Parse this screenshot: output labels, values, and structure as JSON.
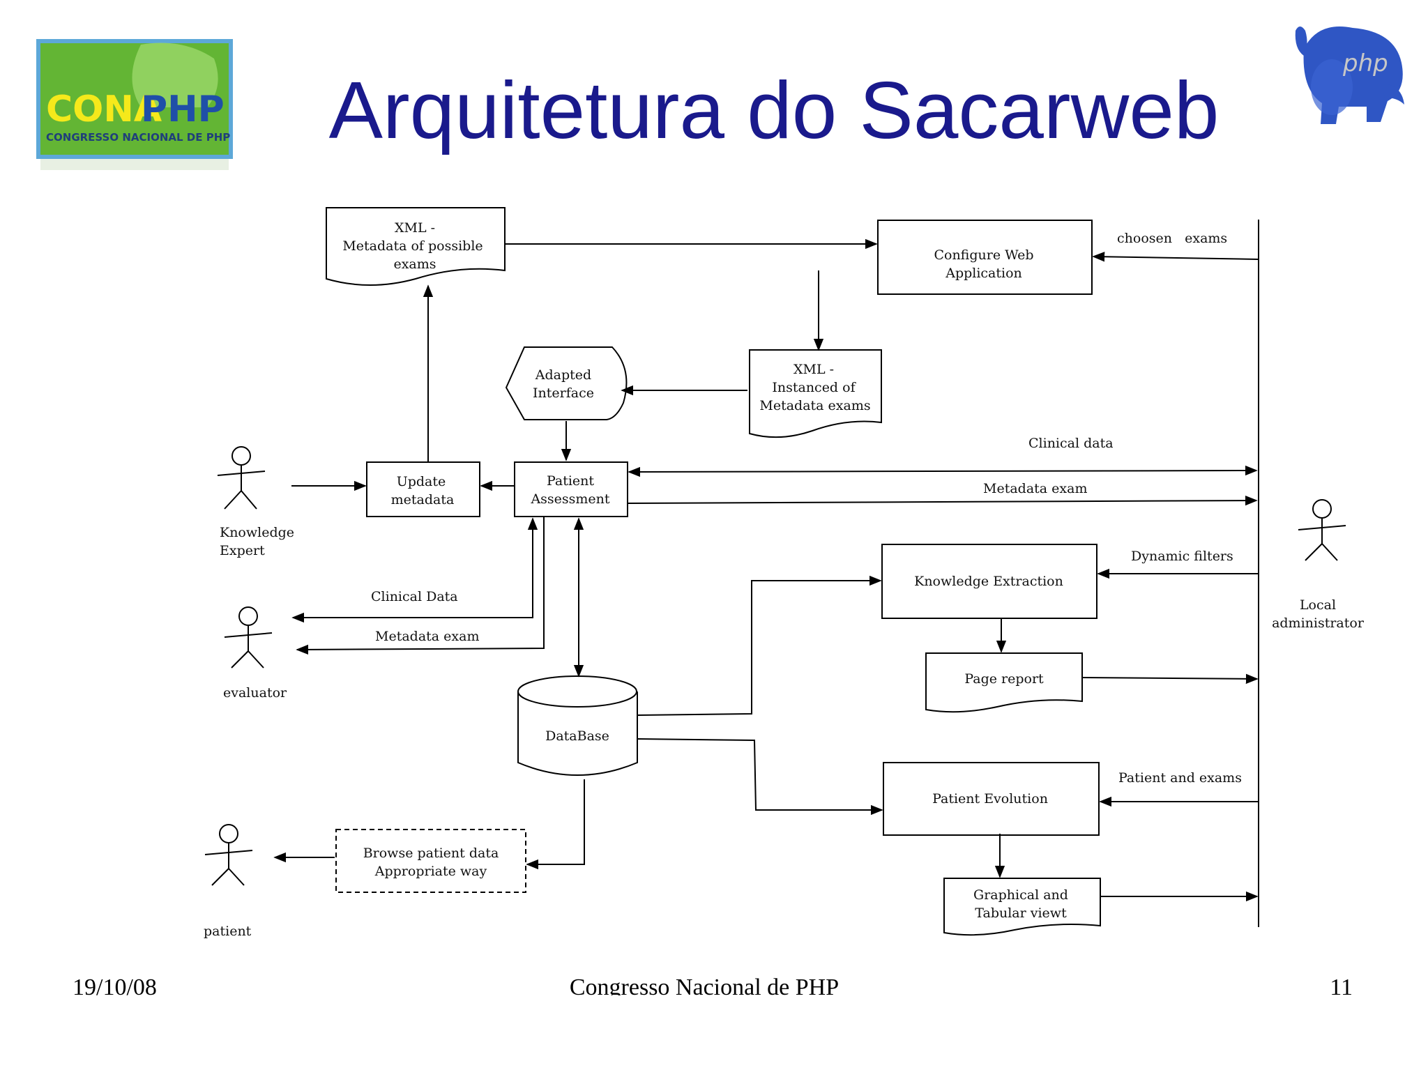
{
  "slide": {
    "title": "Arquitetura do Sacarweb",
    "footer_date": "19/10/08",
    "footer_center": "Congresso Nacional de PHP",
    "footer_page": "11"
  },
  "logo": {
    "text_main_a": "CONA",
    "text_main_b": "PHP",
    "text_sub": "CONGRESSO NACIONAL DE PHP",
    "colors": {
      "green": "#62b32f",
      "yellow": "#f5e91b",
      "blue": "#1f4fa8"
    }
  },
  "mascot": {
    "text": "php",
    "color": "#2f56c4",
    "icon": "php-elephant-icon"
  },
  "diagram": {
    "nodes": {
      "xml_metadata": [
        "XML -",
        "Metadata of possible",
        "exams"
      ],
      "configure_web": [
        "Configure Web",
        "Application"
      ],
      "xml_instanced": [
        "XML -",
        "Instanced of",
        "Metadata exams"
      ],
      "adapted_interface": [
        "Adapted",
        "Interface"
      ],
      "update_metadata": [
        "Update",
        "metadata"
      ],
      "patient_assessment": [
        "Patient",
        "Assessment"
      ],
      "knowledge_extraction": "Knowledge Extraction",
      "page_report": "Page report",
      "database": "DataBase",
      "patient_evolution": "Patient Evolution",
      "graphical_tabular": [
        "Graphical and",
        "Tabular viewt"
      ],
      "browse_patient": [
        "Browse patient data",
        "Appropriate way"
      ]
    },
    "actors": {
      "knowledge_expert": [
        "Knowledge",
        "Expert"
      ],
      "evaluator": "evaluator",
      "patient": "patient",
      "local_admin": [
        "Local",
        "administrator"
      ]
    },
    "edge_labels": {
      "choosen_exams": "choosen   exams",
      "clinical_data_top": "Clinical data",
      "metadata_exam_top": "Metadata exam",
      "dynamic_filters": "Dynamic filters",
      "patient_and_exams": "Patient and exams",
      "clinical_data_left": "Clinical Data",
      "metadata_exam_left": "Metadata exam"
    }
  }
}
